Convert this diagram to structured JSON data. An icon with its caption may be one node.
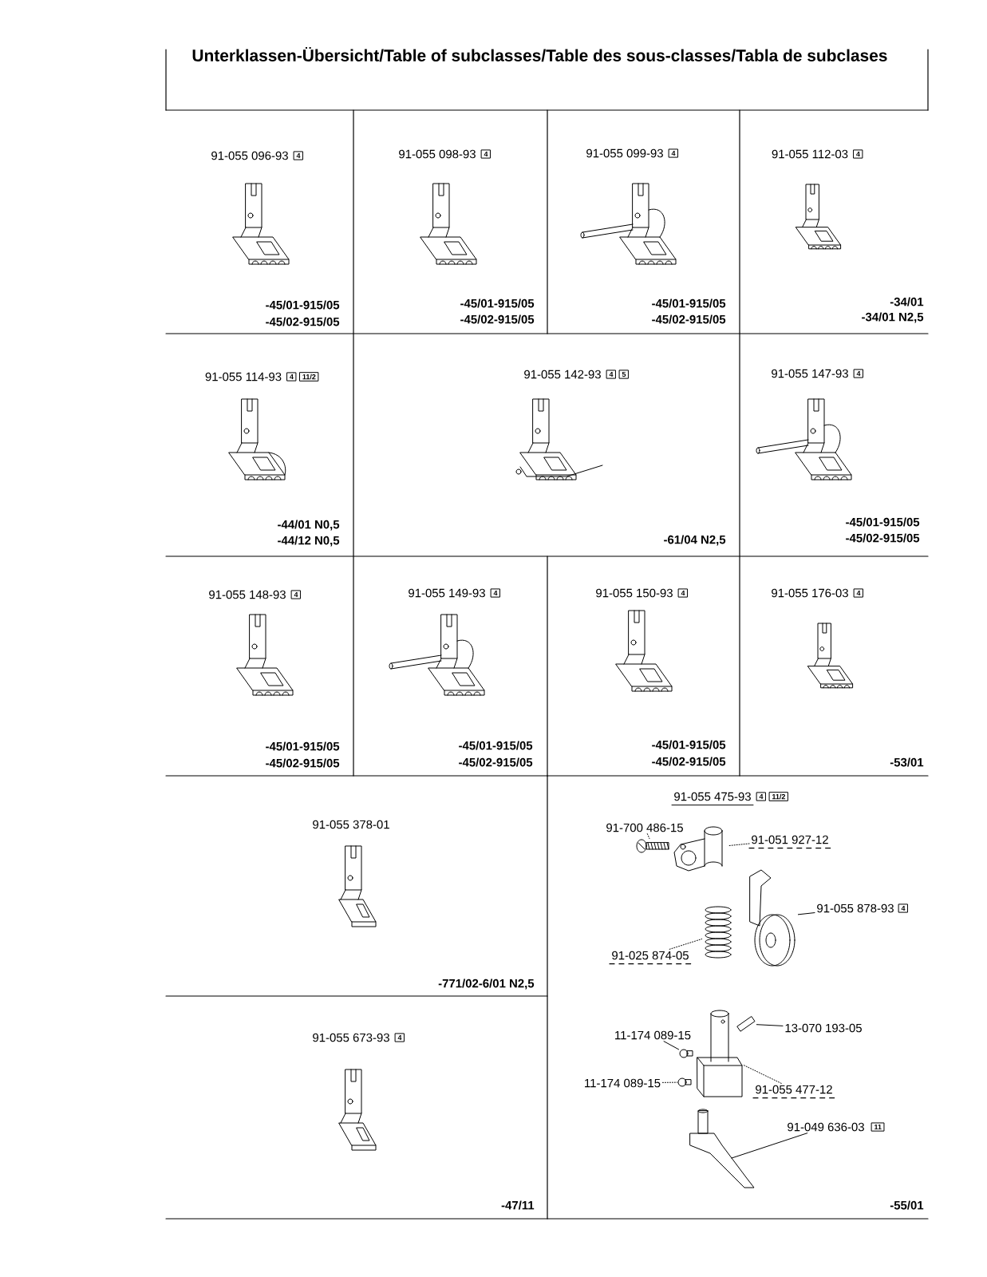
{
  "diagram": {
    "title": "Unterklassen-Übersicht/Table of subclasses/Table des sous-classes/Tabla de subclases",
    "nodes": [
      {
        "text": [
          "91-055 096-93",
          "-45/01-915/05",
          "-45/02-915/05"
        ]
      },
      {
        "text": [
          "4"
        ],
        "in": 0
      },
      {
        "text": [
          "91-055 098-93",
          "-45/01-915/05",
          "-45/02-915/05"
        ]
      },
      {
        "text": [
          "4"
        ],
        "in": 2
      },
      {
        "text": [
          "91-055 099-93",
          "-45/01-915/05",
          "-45/02-915/05"
        ]
      },
      {
        "text": [
          "4"
        ],
        "in": 4
      },
      {
        "text": [
          "91-055 112-03",
          "-34/01",
          "-34/01 N2,5"
        ]
      },
      {
        "text": [
          "4"
        ],
        "in": 6
      },
      {
        "text": [
          "91-055 114-93",
          "-44/01 N0,5",
          "-44/12 N0,5"
        ]
      },
      {
        "text": [
          "4"
        ],
        "in": 8
      },
      {
        "text": [
          "11/2"
        ],
        "in": 8
      },
      {
        "text": [
          "91-055 142-93",
          "-61/04 N2,5"
        ]
      },
      {
        "text": [
          "4"
        ],
        "in": 11
      },
      {
        "text": [
          "5"
        ],
        "in": 11
      },
      {
        "text": [
          "91-055 147-93",
          "-45/01-915/05",
          "-45/02-915/05"
        ]
      },
      {
        "text": [
          "4"
        ],
        "in": 14
      },
      {
        "text": [
          "91-055 148-93",
          "-45/01-915/05",
          "-45/02-915/05"
        ]
      },
      {
        "text": [
          "4"
        ],
        "in": 16
      },
      {
        "text": [
          "91-055 149-93",
          "-45/01-915/05",
          "-45/02-915/05"
        ]
      },
      {
        "text": [
          "4"
        ],
        "in": 18
      },
      {
        "text": [
          "91-055 150-93",
          "-45/01-915/05",
          "-45/02-915/05"
        ]
      },
      {
        "text": [
          "4"
        ],
        "in": 20
      },
      {
        "text": [
          "91-055 176-03",
          "-53/01"
        ]
      },
      {
        "text": [
          "4"
        ],
        "in": 22
      },
      {
        "text": [
          "91-055 378-01",
          "-771/02-6/01 N2,5"
        ]
      },
      {
        "text": [
          "91-055 673-93",
          "-47/11"
        ]
      },
      {
        "text": [
          "4"
        ],
        "in": 25
      },
      {
        "text": [
          "91-055 475-93",
          "-55/01"
        ]
      },
      {
        "text": [
          "4"
        ],
        "in": 27
      },
      {
        "text": [
          "11/2"
        ],
        "in": 27
      },
      {
        "text": [
          "91-700 486-15"
        ],
        "in": 27
      },
      {
        "text": [],
        "shape": "picture",
        "in": 27
      },
      {
        "text": [
          "91-051 927-12"
        ],
        "in": 27
      },
      {
        "text": [],
        "shape": "picture",
        "in": 27
      },
      {
        "text": [
          "91-055 878-93"
        ],
        "in": 27
      },
      {
        "text": [
          "4"
        ],
        "in": 27
      },
      {
        "text": [],
        "shape": "picture",
        "in": 27
      },
      {
        "text": [
          "91-025 874-05"
        ],
        "in": 27
      },
      {
        "text": [],
        "shape": "picture",
        "in": 27
      },
      {
        "text": [
          "13-070 193-05"
        ],
        "in": 27
      },
      {
        "text": [],
        "shape": "picture",
        "in": 27
      },
      {
        "text": [
          "11-174 089-15"
        ],
        "in": 27
      },
      {
        "text": [],
        "shape": "picture",
        "in": 27
      },
      {
        "text": [
          "11-174 089-15"
        ],
        "in": 27
      },
      {
        "text": [],
        "shape": "picture",
        "in": 27
      },
      {
        "text": [
          "91-055 477-12"
        ],
        "in": 27
      },
      {
        "text": [],
        "shape": "picture",
        "in": 27
      },
      {
        "text": [
          "91-049 636-03"
        ],
        "in": 27
      },
      {
        "text": [
          "11"
        ],
        "in": 27
      },
      {
        "text": [],
        "shape": "picture",
        "in": 27
      }
    ],
    "edges": [
      {
        "from": 30,
        "to": 31,
        "arrow": "none",
        "style": "dashed"
      },
      {
        "from": 32,
        "to": 33,
        "arrow": "none",
        "style": "dashed"
      },
      {
        "from": 34,
        "to": 36,
        "arrow": "none"
      },
      {
        "from": 37,
        "to": 38,
        "arrow": "none",
        "style": "dashed"
      },
      {
        "from": 39,
        "to": 40,
        "arrow": "none"
      },
      {
        "from": 41,
        "to": 42,
        "arrow": "none"
      },
      {
        "from": 43,
        "to": 44,
        "arrow": "none",
        "style": "dashed"
      },
      {
        "from": 45,
        "to": 46,
        "arrow": "none",
        "style": "dashed"
      },
      {
        "from": 47,
        "to": 49,
        "arrow": "none"
      }
    ]
  }
}
